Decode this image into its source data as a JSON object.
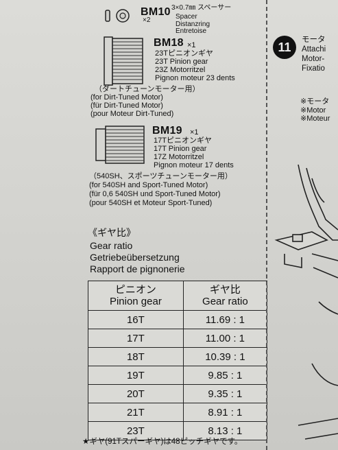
{
  "spacer": {
    "code": "BM10",
    "dims": "3×0.7㎜",
    "jp": "スペーサー",
    "qty": "×2",
    "en": "Spacer",
    "de": "Distanzring",
    "fr": "Entretoise"
  },
  "bm18": {
    "code": "BM18",
    "qty": "×1",
    "jp": "23Tピニオンギヤ",
    "en": "23T Pinion gear",
    "de": "23Z Motorritzel",
    "fr": "Pignon moteur 23 dents",
    "note_jp": "（ダートチューンモーター用）",
    "note_en": "(for Dirt-Tuned Motor)",
    "note_de": "(für Dirt-Tuned Motor)",
    "note_fr": "(pour Moteur Dirt-Tuned)"
  },
  "bm19": {
    "code": "BM19",
    "qty": "×1",
    "jp": "17Tピニオンギヤ",
    "en": "17T Pinion gear",
    "de": "17Z Motorritzel",
    "fr": "Pignon moteur 17 dents",
    "note_jp": "（540SH、スポーツチューンモーター用）",
    "note_en": "(for 540SH and Sport-Tuned Motor)",
    "note_de": "(für 0,6 540SH und Sport-Tuned Motor)",
    "note_fr": "(pour 540SH et Moteur Sport-Tuned)"
  },
  "gear_ratio": {
    "jp": "《ギヤ比》",
    "en": "Gear ratio",
    "de": "Getriebeübersetzung",
    "fr": "Rapport de pignonerie",
    "col1_jp": "ピニオン",
    "col1_en": "Pinion gear",
    "col2_jp": "ギヤ比",
    "col2_en": "Gear ratio",
    "rows": [
      {
        "pinion": "16T",
        "ratio": "11.69 : 1"
      },
      {
        "pinion": "17T",
        "ratio": "11.00 : 1"
      },
      {
        "pinion": "18T",
        "ratio": "10.39 : 1"
      },
      {
        "pinion": "19T",
        "ratio": "9.85 : 1"
      },
      {
        "pinion": "20T",
        "ratio": "9.35 : 1"
      },
      {
        "pinion": "21T",
        "ratio": "8.91 : 1"
      },
      {
        "pinion": "23T",
        "ratio": "8.13 : 1"
      }
    ],
    "footnote": "★ギヤ(91Tスパーギヤ)は48ピッチギヤです。"
  },
  "step11": {
    "number": "11",
    "jp": "モータ",
    "en": "Attachi",
    "de": "Motor-",
    "fr": "Fixatio",
    "note1_jp": "※モータ",
    "note1_en": "※Motor",
    "note1_fr": "※Moteur"
  }
}
